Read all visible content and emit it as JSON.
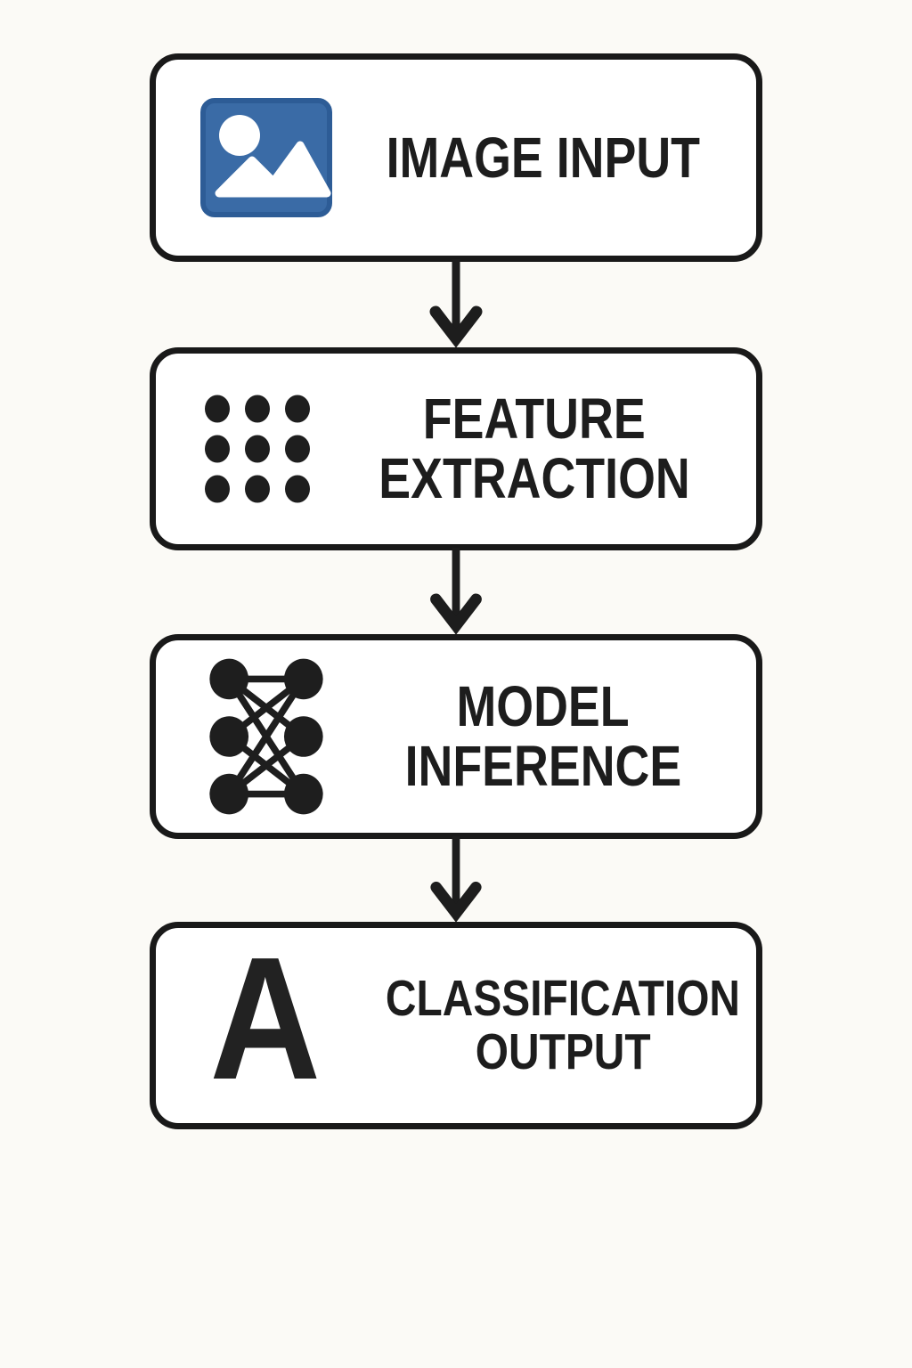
{
  "page": {
    "background_color": "#fbfaf6"
  },
  "diagram": {
    "type": "flowchart",
    "direction": "top-to-bottom",
    "colors": {
      "box_border": "#191919",
      "box_fill": "#ffffff",
      "text": "#1d1d1d",
      "arrow": "#1d1d1d",
      "image_icon_blue": "#3a6ba6",
      "image_icon_border": "#2d5c96",
      "dark_icon": "#1e1e1e"
    },
    "nodes": [
      {
        "id": "image-input",
        "lines": [
          "IMAGE INPUT"
        ],
        "icon": "image-icon"
      },
      {
        "id": "feature-extraction",
        "lines": [
          "FEATURE",
          "EXTRACTION"
        ],
        "icon": "dot-grid-icon"
      },
      {
        "id": "model-inference",
        "lines": [
          "MODEL",
          "INFERENCE"
        ],
        "icon": "neural-network-icon"
      },
      {
        "id": "classification-output",
        "lines": [
          "CLASSIFICATION",
          "OUTPUT"
        ],
        "icon": "letter-a-icon",
        "glyph": "A"
      }
    ],
    "edges": [
      {
        "from": "image-input",
        "to": "feature-extraction"
      },
      {
        "from": "feature-extraction",
        "to": "model-inference"
      },
      {
        "from": "model-inference",
        "to": "classification-output"
      }
    ]
  }
}
